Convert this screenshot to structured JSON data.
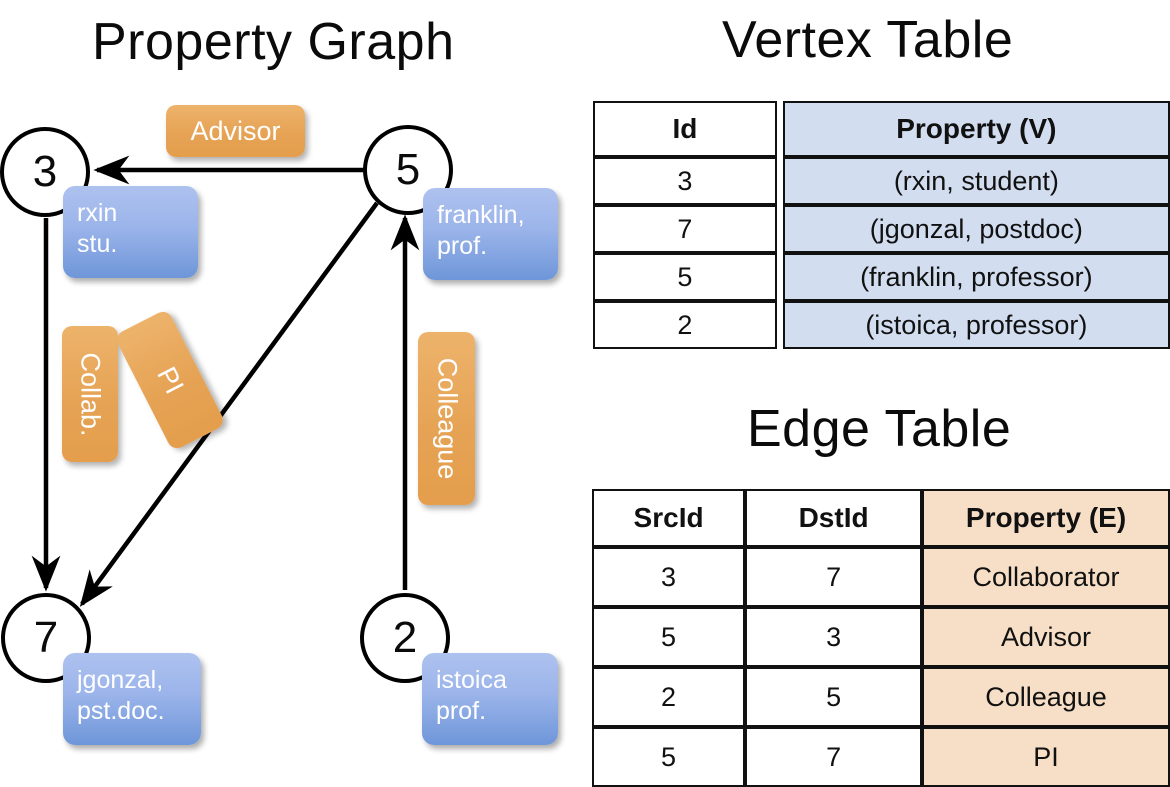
{
  "titles": {
    "property_graph": "Property Graph",
    "vertex_table": "Vertex Table",
    "edge_table": "Edge Table"
  },
  "graph": {
    "nodes": [
      {
        "id": "3",
        "label": "3",
        "property_line1": "rxin",
        "property_line2": "stu."
      },
      {
        "id": "5",
        "label": "5",
        "property_line1": "franklin,",
        "property_line2": "prof."
      },
      {
        "id": "7",
        "label": "7",
        "property_line1": "jgonzal,",
        "property_line2": "pst.doc."
      },
      {
        "id": "2",
        "label": "2",
        "property_line1": "istoica",
        "property_line2": "prof."
      }
    ],
    "edge_labels": [
      {
        "name": "advisor",
        "text": "Advisor"
      },
      {
        "name": "collab",
        "text": "Collab."
      },
      {
        "name": "pi",
        "text": "PI"
      },
      {
        "name": "colleague",
        "text": "Colleague"
      }
    ]
  },
  "vertex_table": {
    "headers": [
      "Id",
      "Property (V)"
    ],
    "rows": [
      {
        "id": "3",
        "property": "(rxin, student)"
      },
      {
        "id": "7",
        "property": "(jgonzal, postdoc)"
      },
      {
        "id": "5",
        "property": "(franklin, professor)"
      },
      {
        "id": "2",
        "property": "(istoica, professor)"
      }
    ]
  },
  "edge_table": {
    "headers": [
      "SrcId",
      "DstId",
      "Property (E)"
    ],
    "rows": [
      {
        "src": "3",
        "dst": "7",
        "property": "Collaborator"
      },
      {
        "src": "5",
        "dst": "3",
        "property": "Advisor"
      },
      {
        "src": "2",
        "dst": "5",
        "property": "Colleague"
      },
      {
        "src": "5",
        "dst": "7",
        "property": "PI"
      }
    ]
  },
  "colors": {
    "node_fill": "#ffffff",
    "node_stroke": "#000000",
    "vertex_property_fill": "#d2def0",
    "edge_property_fill": "#f7dfc7",
    "graph_property_box": "#9bb4ea",
    "graph_edge_label_box": "#e6a355",
    "arrow_stroke": "#000000"
  }
}
